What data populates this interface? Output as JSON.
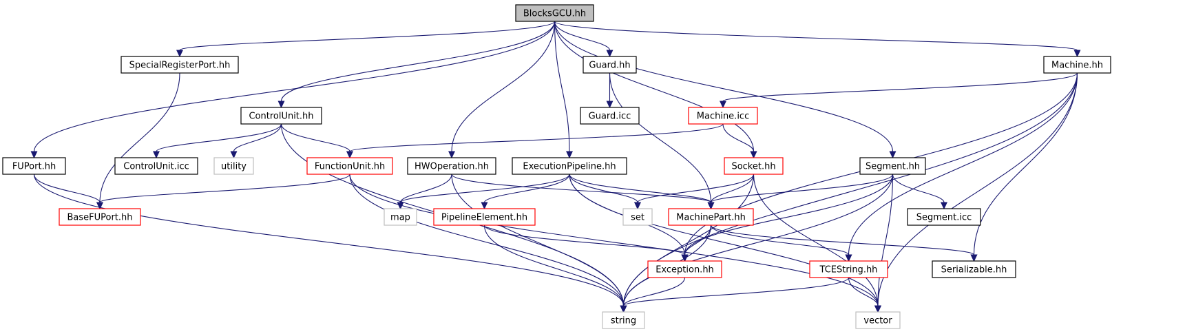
{
  "graph": {
    "colors": {
      "edge": "#191970",
      "root_fill": "#bfbfbf",
      "red_border": "#ff0000",
      "gray_border": "#bfbfbf",
      "black_border": "#000000"
    },
    "nodes": [
      {
        "id": "blocksgcu",
        "label": "BlocksGCU.hh",
        "style": "root"
      },
      {
        "id": "specialregisterport",
        "label": "SpecialRegisterPort.hh",
        "style": "normal"
      },
      {
        "id": "guard",
        "label": "Guard.hh",
        "style": "normal"
      },
      {
        "id": "machine",
        "label": "Machine.hh",
        "style": "normal"
      },
      {
        "id": "guardicc",
        "label": "Guard.icc",
        "style": "normal"
      },
      {
        "id": "controlunit",
        "label": "ControlUnit.hh",
        "style": "normal"
      },
      {
        "id": "machineicc",
        "label": "Machine.icc",
        "style": "red"
      },
      {
        "id": "fuport",
        "label": "FUPort.hh",
        "style": "normal"
      },
      {
        "id": "controluniticc",
        "label": "ControlUnit.icc",
        "style": "normal"
      },
      {
        "id": "utility",
        "label": "utility",
        "style": "gray"
      },
      {
        "id": "functionunit",
        "label": "FunctionUnit.hh",
        "style": "red"
      },
      {
        "id": "hwoperation",
        "label": "HWOperation.hh",
        "style": "normal"
      },
      {
        "id": "executionpipeline",
        "label": "ExecutionPipeline.hh",
        "style": "normal"
      },
      {
        "id": "socket",
        "label": "Socket.hh",
        "style": "red"
      },
      {
        "id": "segment",
        "label": "Segment.hh",
        "style": "normal"
      },
      {
        "id": "basefuport",
        "label": "BaseFUPort.hh",
        "style": "red"
      },
      {
        "id": "map",
        "label": "map",
        "style": "gray"
      },
      {
        "id": "pipelineelement",
        "label": "PipelineElement.hh",
        "style": "red"
      },
      {
        "id": "set",
        "label": "set",
        "style": "gray"
      },
      {
        "id": "machinepart",
        "label": "MachinePart.hh",
        "style": "red"
      },
      {
        "id": "segmenticc",
        "label": "Segment.icc",
        "style": "normal"
      },
      {
        "id": "exception",
        "label": "Exception.hh",
        "style": "red"
      },
      {
        "id": "tcestring",
        "label": "TCEString.hh",
        "style": "red"
      },
      {
        "id": "serializable",
        "label": "Serializable.hh",
        "style": "normal"
      },
      {
        "id": "string",
        "label": "string",
        "style": "gray"
      },
      {
        "id": "vector",
        "label": "vector",
        "style": "gray"
      }
    ],
    "edges": [
      [
        "blocksgcu",
        "specialregisterport"
      ],
      [
        "blocksgcu",
        "guard"
      ],
      [
        "blocksgcu",
        "machine"
      ],
      [
        "blocksgcu",
        "controlunit"
      ],
      [
        "blocksgcu",
        "fuport"
      ],
      [
        "blocksgcu",
        "hwoperation"
      ],
      [
        "blocksgcu",
        "executionpipeline"
      ],
      [
        "blocksgcu",
        "socket"
      ],
      [
        "blocksgcu",
        "segment"
      ],
      [
        "specialregisterport",
        "basefuport"
      ],
      [
        "guard",
        "guardicc"
      ],
      [
        "guard",
        "machinepart"
      ],
      [
        "machine",
        "machineicc"
      ],
      [
        "machine",
        "exception"
      ],
      [
        "machine",
        "tcestring"
      ],
      [
        "machine",
        "serializable"
      ],
      [
        "machine",
        "string"
      ],
      [
        "machine",
        "vector"
      ],
      [
        "controlunit",
        "controluniticc"
      ],
      [
        "controlunit",
        "utility"
      ],
      [
        "controlunit",
        "functionunit"
      ],
      [
        "controlunit",
        "string"
      ],
      [
        "machineicc",
        "functionunit"
      ],
      [
        "machineicc",
        "socket"
      ],
      [
        "fuport",
        "basefuport"
      ],
      [
        "fuport",
        "string"
      ],
      [
        "functionunit",
        "basefuport"
      ],
      [
        "functionunit",
        "string"
      ],
      [
        "functionunit",
        "vector"
      ],
      [
        "hwoperation",
        "map"
      ],
      [
        "hwoperation",
        "machinepart"
      ],
      [
        "hwoperation",
        "string"
      ],
      [
        "executionpipeline",
        "map"
      ],
      [
        "executionpipeline",
        "pipelineelement"
      ],
      [
        "executionpipeline",
        "set"
      ],
      [
        "executionpipeline",
        "machinepart"
      ],
      [
        "executionpipeline",
        "exception"
      ],
      [
        "executionpipeline",
        "vector"
      ],
      [
        "socket",
        "set"
      ],
      [
        "socket",
        "machinepart"
      ],
      [
        "socket",
        "string"
      ],
      [
        "socket",
        "vector"
      ],
      [
        "segment",
        "machinepart"
      ],
      [
        "segment",
        "exception"
      ],
      [
        "segment",
        "segmenticc"
      ],
      [
        "segment",
        "string"
      ],
      [
        "segment",
        "vector"
      ],
      [
        "pipelineelement",
        "exception"
      ],
      [
        "pipelineelement",
        "string"
      ],
      [
        "machinepart",
        "exception"
      ],
      [
        "machinepart",
        "tcestring"
      ],
      [
        "machinepart",
        "serializable"
      ],
      [
        "machinepart",
        "string"
      ],
      [
        "exception",
        "string"
      ],
      [
        "tcestring",
        "string"
      ],
      [
        "tcestring",
        "vector"
      ]
    ]
  }
}
